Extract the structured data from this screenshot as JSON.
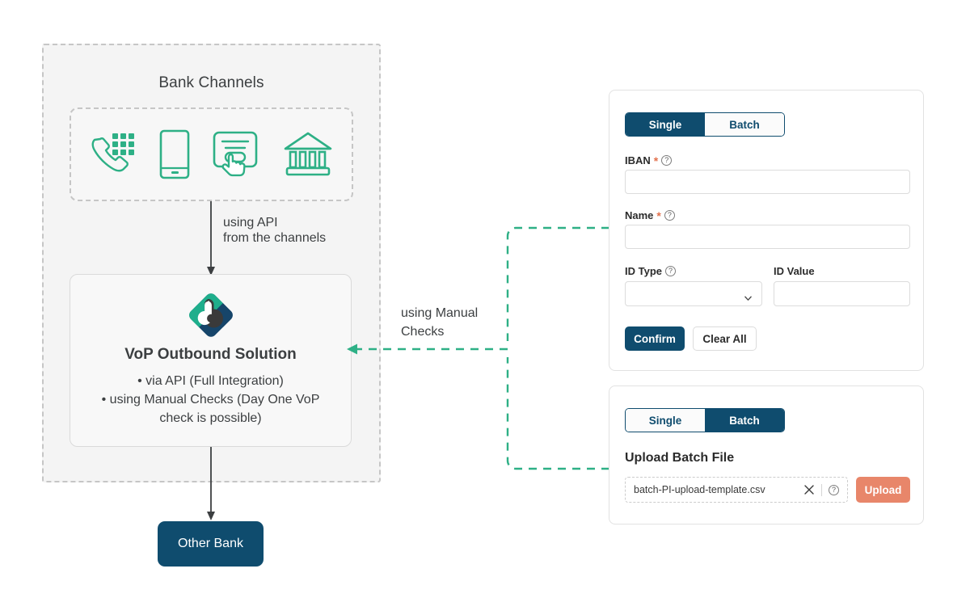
{
  "diagram": {
    "bank_channels": {
      "title": "Bank Channels",
      "icons": [
        {
          "name": "phone-keypad-icon",
          "label": "Phone banking"
        },
        {
          "name": "mobile-phone-icon",
          "label": "Mobile banking"
        },
        {
          "name": "online-banking-click-icon",
          "label": "Online banking"
        },
        {
          "name": "bank-building-icon",
          "label": "Branch"
        }
      ]
    },
    "api_connector_label": "using API\nfrom the channels",
    "manual_connector_label": "using Manual\nChecks",
    "vop": {
      "title": "VoP Outbound Solution",
      "bullets": [
        "•  via API (Full Integration)",
        "•  using Manual Checks (Day One VoP",
        "check is possible)"
      ],
      "logo_name": "vop-brand-logo"
    },
    "other_bank": {
      "label": "Other Bank"
    }
  },
  "single_panel": {
    "tabs": [
      {
        "label": "Single",
        "active": true
      },
      {
        "label": "Batch",
        "active": false
      }
    ],
    "fields": {
      "iban": {
        "label": "IBAN",
        "required": true,
        "help": "?",
        "value": "",
        "placeholder": ""
      },
      "name": {
        "label": "Name",
        "required": true,
        "help": "?",
        "value": "",
        "placeholder": ""
      },
      "id_type": {
        "label": "ID Type",
        "required": false,
        "help": "?",
        "value": "",
        "placeholder": ""
      },
      "id_value": {
        "label": "ID Value",
        "required": false,
        "value": "",
        "placeholder": ""
      }
    },
    "buttons": {
      "confirm": "Confirm",
      "clear_all": "Clear All"
    }
  },
  "batch_panel": {
    "tabs": [
      {
        "label": "Single",
        "active": false
      },
      {
        "label": "Batch",
        "active": true
      }
    ],
    "upload_title": "Upload Batch File",
    "file_name": "batch-PI-upload-template.csv",
    "help": "?",
    "upload_button": "Upload"
  },
  "colors": {
    "navy": "#0f4c6e",
    "teal": "#2eb086",
    "coral": "#e8866a",
    "required_asterisk": "#e2714d",
    "panel_bg": "#f4f4f4",
    "text": "#3c3f41"
  }
}
